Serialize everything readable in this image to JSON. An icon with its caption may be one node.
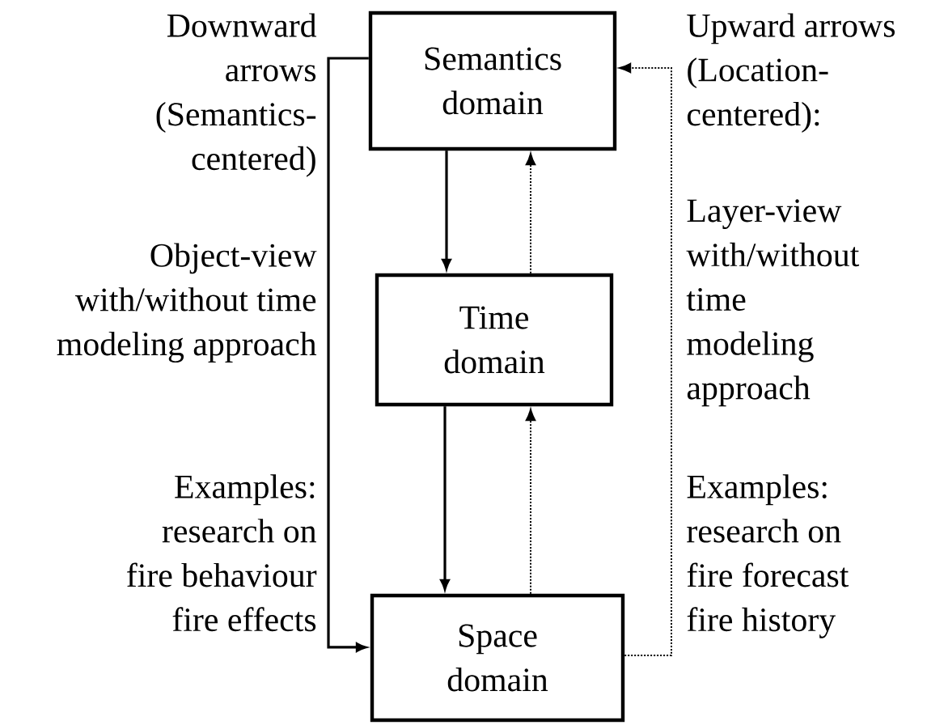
{
  "diagram": {
    "nodes": [
      {
        "text": [
          "Semantics domain"
        ]
      },
      {
        "text": [
          "Time domain"
        ]
      },
      {
        "text": [
          "Space domain"
        ]
      }
    ],
    "edges": [
      {
        "from": 0,
        "to": 1,
        "arrow": "to"
      },
      {
        "from": 1,
        "to": 0,
        "arrow": "to",
        "style": "dashed"
      },
      {
        "from": 1,
        "to": 2,
        "arrow": "to"
      },
      {
        "from": 2,
        "to": 1,
        "arrow": "to",
        "style": "dashed"
      },
      {
        "from": 0,
        "to": 2,
        "arrow": "to"
      },
      {
        "from": 2,
        "to": 0,
        "arrow": "to",
        "style": "dashed"
      }
    ],
    "labels": [
      "Downward arrows (Semantics-centered)",
      "Upward arrows (Location-centered):",
      "Object-view with/without time modeling approach",
      "Layer-view with/without time modeling approach",
      "Examples: research on fire behaviour fire effects",
      "Examples: research on fire forecast fire history"
    ]
  }
}
